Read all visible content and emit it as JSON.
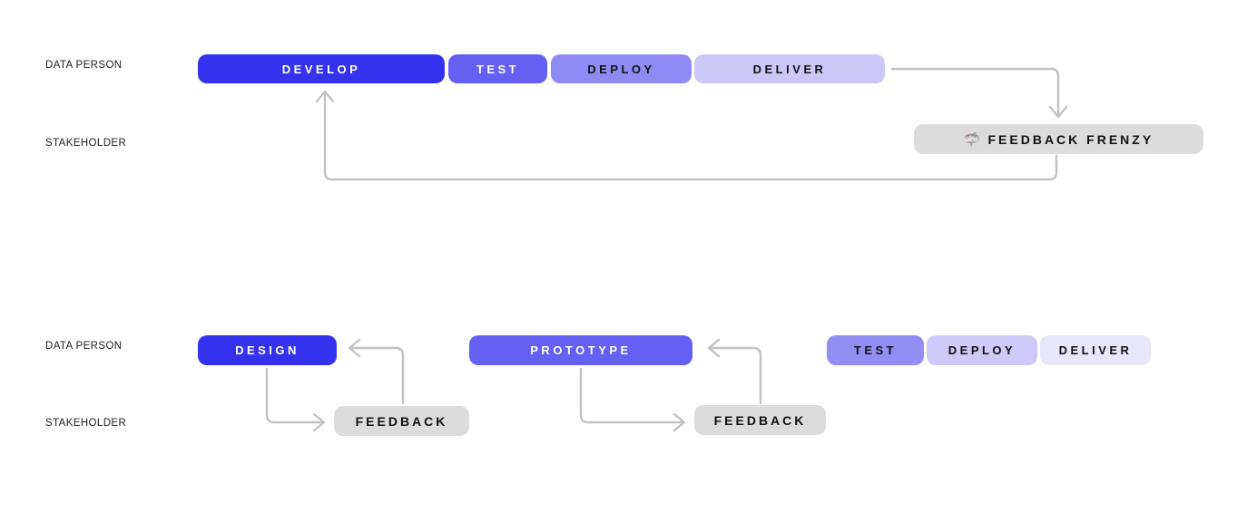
{
  "colors": {
    "develop_blue": "#3532ee",
    "test_violet": "#6360f3",
    "deploy_violet": "#908bf4",
    "deliver_lavender": "#cbc8f8",
    "deliver_pale": "#e8e6fb",
    "feedback_gray": "#dcdcdc",
    "arrow_gray": "#c2c2c2",
    "label_dark": "#1c1c1c"
  },
  "top_flow": {
    "data_person_label": "DATA PERSON",
    "stakeholder_label": "STAKEHOLDER",
    "bars": [
      {
        "label": "DEVELOP",
        "color": "#3532ee",
        "text_color": "#ffffff"
      },
      {
        "label": "TEST",
        "color": "#6360f3",
        "text_color": "#ffffff"
      },
      {
        "label": "DEPLOY",
        "color": "#908bf4",
        "text_color": "#111111"
      },
      {
        "label": "DELIVER",
        "color": "#cbc8f8",
        "text_color": "#111111"
      }
    ],
    "feedback": {
      "icon": "🦈",
      "label": "FEEDBACK FRENZY"
    }
  },
  "bottom_flow": {
    "data_person_label": "DATA PERSON",
    "stakeholder_label": "STAKEHOLDER",
    "bars": [
      {
        "label": "DESIGN",
        "color": "#3532ee",
        "text_color": "#ffffff"
      },
      {
        "label": "PROTOTYPE",
        "color": "#6360f3",
        "text_color": "#ffffff"
      },
      {
        "label": "TEST",
        "color": "#938ef4",
        "text_color": "#111111"
      },
      {
        "label": "DEPLOY",
        "color": "#cdc9f8",
        "text_color": "#111111"
      },
      {
        "label": "DELIVER",
        "color": "#e8e6fb",
        "text_color": "#111111"
      }
    ],
    "feedback_boxes": [
      {
        "label": "FEEDBACK"
      },
      {
        "label": "FEEDBACK"
      }
    ]
  }
}
